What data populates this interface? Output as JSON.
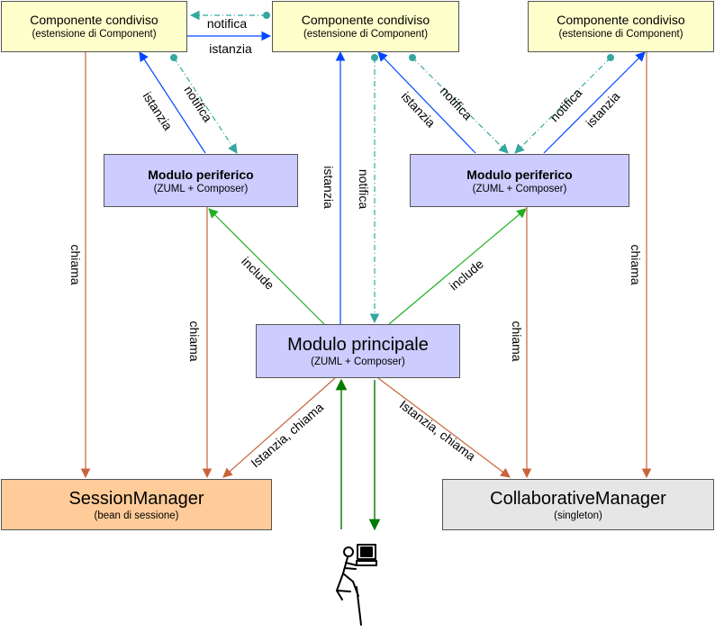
{
  "shared_components": [
    {
      "title": "Componente condiviso",
      "subtitle": "(estensione di Component)"
    },
    {
      "title": "Componente condiviso",
      "subtitle": "(estensione di Component)"
    },
    {
      "title": "Componente condiviso",
      "subtitle": "(estensione di Component)"
    }
  ],
  "peripheral_modules": [
    {
      "title": "Modulo periferico",
      "subtitle": "(ZUML + Composer)"
    },
    {
      "title": "Modulo periferico",
      "subtitle": "(ZUML + Composer)"
    }
  ],
  "main_module": {
    "title": "Modulo principale",
    "subtitle": "(ZUML + Composer)"
  },
  "session_manager": {
    "title": "SessionManager",
    "subtitle": "(bean di sessione)"
  },
  "collaborative_manager": {
    "title": "CollaborativeManager",
    "subtitle": "(singleton)"
  },
  "edge_labels": {
    "notifica": "notifica",
    "istanzia": "istanzia",
    "chiama": "chiama",
    "include": "include",
    "istanzia_chiama": "Istanzia, chiama"
  },
  "icons": [
    "user-at-computer-icon"
  ],
  "colors": {
    "istanzia": "#0047ff",
    "notifica": "#33a8a0",
    "chiama": "#c8643a",
    "include": "#22b022",
    "user_flow": "#007a00"
  }
}
